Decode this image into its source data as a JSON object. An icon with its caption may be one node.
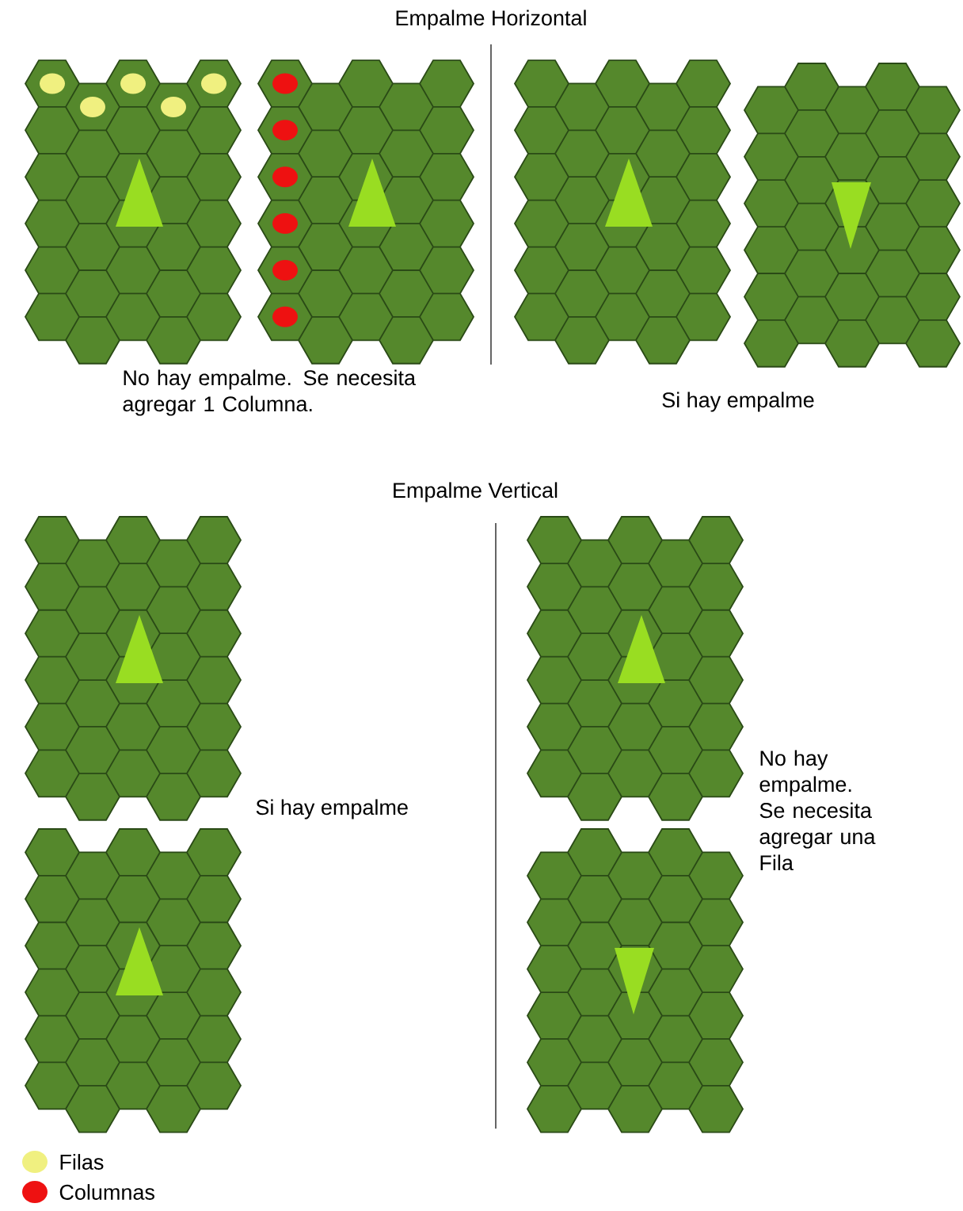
{
  "diagram": {
    "labels": [
      "Empalme Horizontal",
      "No hay empalme. Se necesita agregar 1 Columna.",
      "Si hay empalme",
      "Empalme Vertical",
      "Si hay empalme",
      "No hay empalme. Se necesita agregar una Fila"
    ],
    "legend": [
      {
        "text": "Filas",
        "color": "#f0f080"
      },
      {
        "text": "Columnas",
        "color": "#ee1111"
      }
    ]
  }
}
